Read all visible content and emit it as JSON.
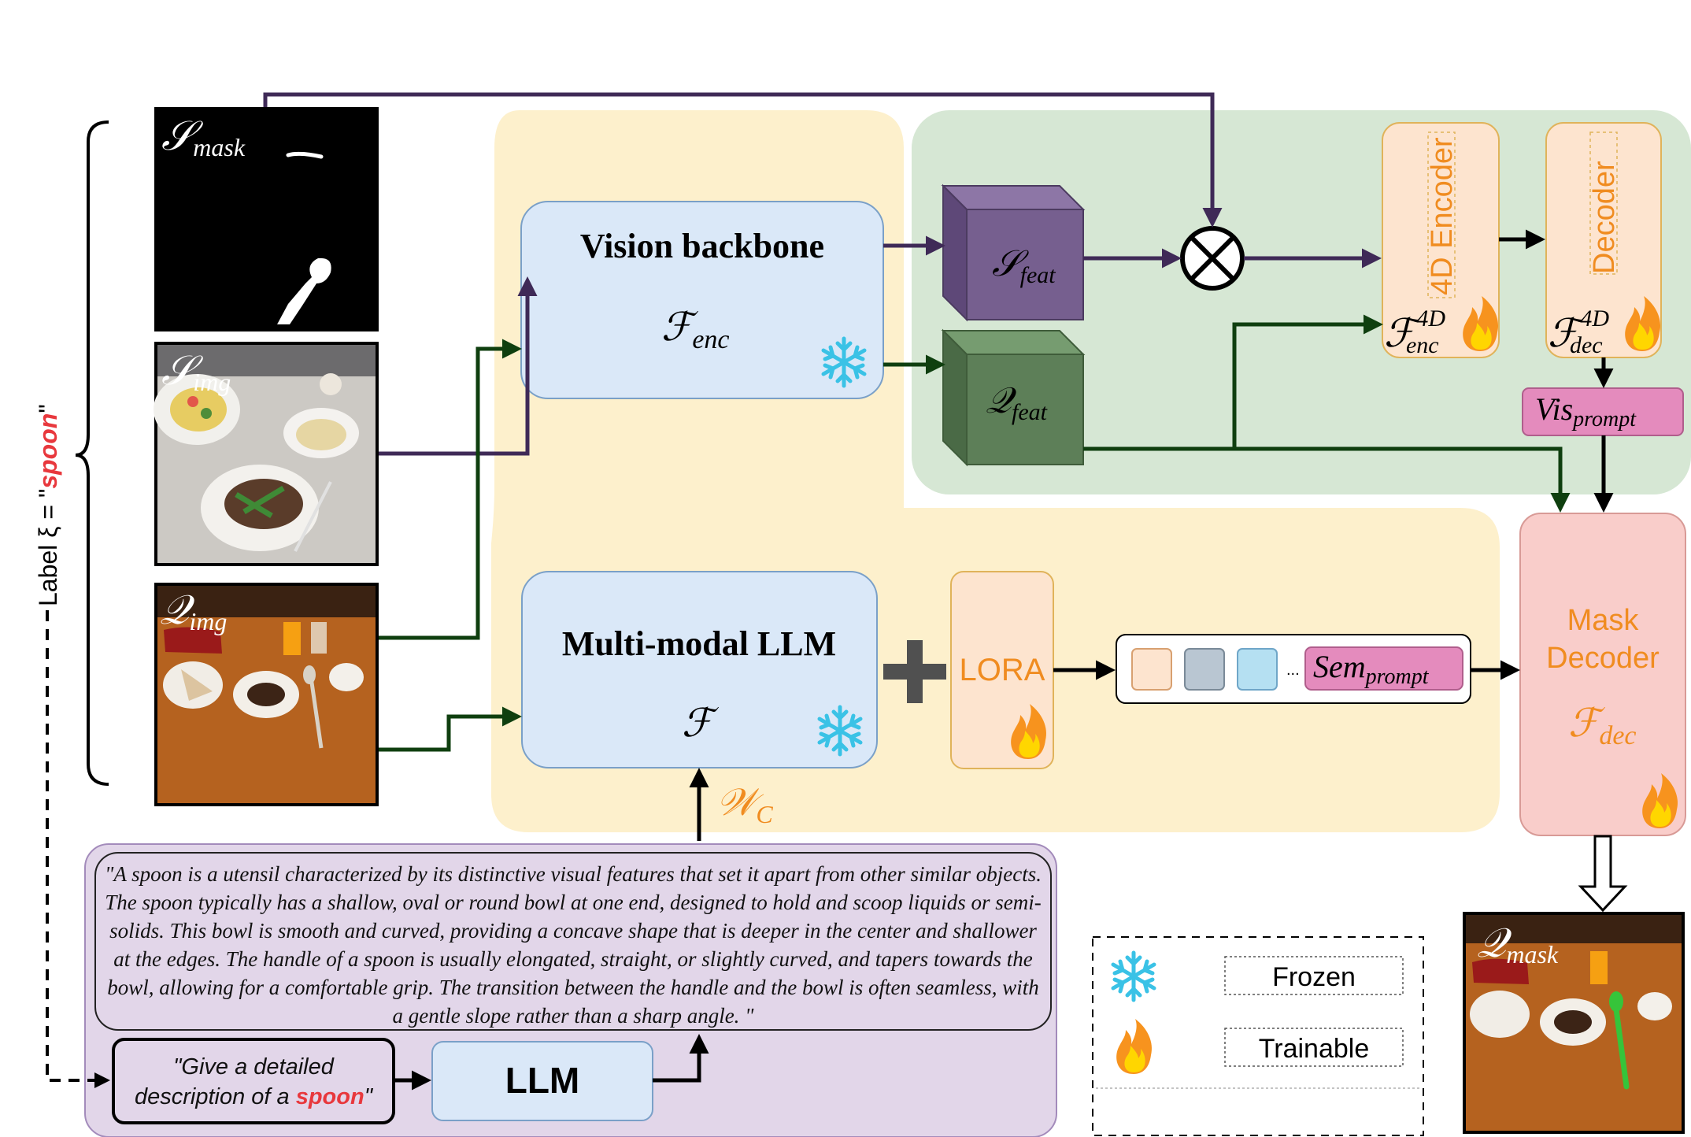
{
  "labels": {
    "s_mask": "𝒮",
    "s_mask_sub": "mask",
    "s_img": "𝒮",
    "s_img_sub": "img",
    "q_img": "𝒬",
    "q_img_sub": "img",
    "q_mask": "𝒬",
    "q_mask_sub": "mask",
    "s_feat": "𝒮",
    "s_feat_sub": "feat",
    "q_feat": "𝒬",
    "q_feat_sub": "feat",
    "vision_backbone": "Vision backbone",
    "f_enc": "ℱ",
    "f_enc_sub": "enc",
    "multimodal_llm": "Multi-modal LLM",
    "f": "ℱ",
    "lora": "LORA",
    "encoder_4d": "4D Encoder",
    "decoder": "Decoder",
    "f_enc_4d": "ℱ",
    "f_enc_4d_sup": "4D",
    "f_enc_4d_sub": "enc",
    "f_dec_4d": "ℱ",
    "f_dec_4d_sup": "4D",
    "f_dec_4d_sub": "dec",
    "vis_prompt": "Vis",
    "vis_prompt_sub": "prompt",
    "sem_prompt": "Sem",
    "sem_prompt_sub": "prompt",
    "ellipsis": "...",
    "mask_decoder_line1": "Mask",
    "mask_decoder_line2": "Decoder",
    "f_dec": "ℱ",
    "f_dec_sub": "dec",
    "w_c": "𝒲",
    "w_c_sub": "C",
    "label_prefix": "Label ξ = \"",
    "label_word": "spoon",
    "label_suffix": "\"",
    "llm": "LLM"
  },
  "description": "\"A spoon is a utensil characterized by its distinctive visual features that set it apart from other similar objects. The spoon typically has a shallow, oval or round bowl at one end, designed to hold and scoop liquids or semi-solids. This bowl is smooth and curved, providing a concave shape that is deeper in the center and shallower at the edges. The handle of a spoon is usually elongated, straight, or slightly curved, and tapers towards the bowl, allowing for a comfortable grip. The transition between the handle and the bowl is often seamless, with a gentle slope rather than a sharp angle. \"",
  "prompt": {
    "line1": "\"Give a detailed",
    "line2_prefix": "description of a ",
    "word": "spoon",
    "suffix": "\""
  },
  "legend": {
    "frozen": "Frozen",
    "trainable": "Trainable"
  },
  "colors": {
    "yellow_region": "#fdf0cc",
    "green_region": "#d6e7d4",
    "light_blue_box": "#dae8f8",
    "orange_box": "#fde4cf",
    "orange_text": "#f08c20",
    "pink_box": "#f9cdca",
    "purple_arrow": "#3f2a57",
    "green_arrow": "#0f3f0f",
    "purple_cube": "#765f8f",
    "green_cube": "#5d7f58",
    "vis_prompt": "#e48bbd",
    "red_word": "#e8383d"
  },
  "icons": [
    "snowflake-icon",
    "flame-icon",
    "otimes-icon",
    "plus-icon"
  ]
}
